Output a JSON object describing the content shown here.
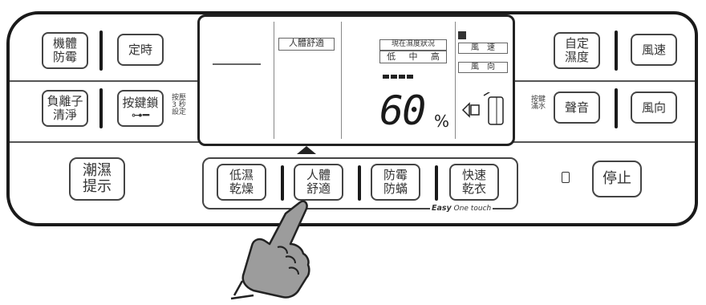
{
  "left_buttons": {
    "anti_mold": "機體\n防霉",
    "timer": "定時",
    "ion_clean": "負離子\n清淨",
    "key_lock": "按鍵鎖",
    "key_lock_hint": "按壓\n3 秒\n設定",
    "humidity_reminder": "潮濕\n提示"
  },
  "display": {
    "comfort_label": "人體舒適",
    "humidity_status_title": "現在濕度狀況",
    "humidity_levels": [
      "低",
      "中",
      "高"
    ],
    "humidity_value": "60",
    "humidity_unit": "%",
    "wind_speed_label": "風　速",
    "wind_direction_label": "風　向"
  },
  "mode_buttons": {
    "low_humidity_dry": "低濕\n乾燥",
    "body_comfort": "人體\n舒適",
    "anti_mold_anti_mite": "防霉\n防蟎",
    "quick_dry_clothes": "快速\n乾衣",
    "easy_brand": "Easy",
    "easy_subtitle": "One touch"
  },
  "right_buttons": {
    "custom_humidity": "自定\n濕度",
    "wind_speed": "風速",
    "sound": "聲音",
    "sound_hint": "按鍵\n滿水",
    "wind_direction": "風向",
    "stop": "停止"
  }
}
